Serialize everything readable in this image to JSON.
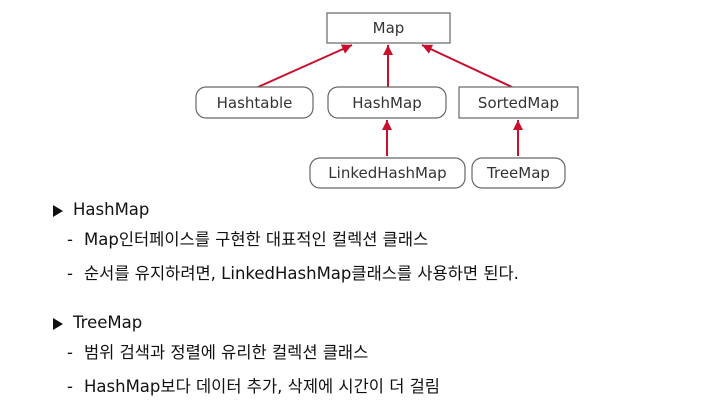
{
  "diagram": {
    "nodes": [
      {
        "id": "map",
        "label": "Map",
        "shape": "rect"
      },
      {
        "id": "hashtable",
        "label": "Hashtable",
        "shape": "rounded"
      },
      {
        "id": "hashmap",
        "label": "HashMap",
        "shape": "rounded"
      },
      {
        "id": "sortedmap",
        "label": "SortedMap",
        "shape": "rect"
      },
      {
        "id": "linkedhashmap",
        "label": "LinkedHashMap",
        "shape": "rounded"
      },
      {
        "id": "treemap",
        "label": "TreeMap",
        "shape": "rounded"
      }
    ],
    "edges": [
      {
        "from": "hashtable",
        "to": "map"
      },
      {
        "from": "hashmap",
        "to": "map"
      },
      {
        "from": "sortedmap",
        "to": "map"
      },
      {
        "from": "linkedhashmap",
        "to": "hashmap"
      },
      {
        "from": "treemap",
        "to": "sortedmap"
      }
    ],
    "colors": {
      "arrow": "#c8102e",
      "border": "#666666",
      "text": "#333333"
    }
  },
  "sections": [
    {
      "title": "HashMap",
      "items": [
        "Map인터페이스를 구현한 대표적인 컬렉션 클래스",
        "순서를 유지하려면, LinkedHashMap클래스를 사용하면 된다."
      ]
    },
    {
      "title": "TreeMap",
      "items": [
        "범위 검색과 정렬에 유리한 컬렉션 클래스",
        "HashMap보다 데이터 추가, 삭제에 시간이 더 걸림"
      ]
    }
  ],
  "glyphs": {
    "bullet_marker": "triangle-right-icon",
    "dash": "-"
  }
}
